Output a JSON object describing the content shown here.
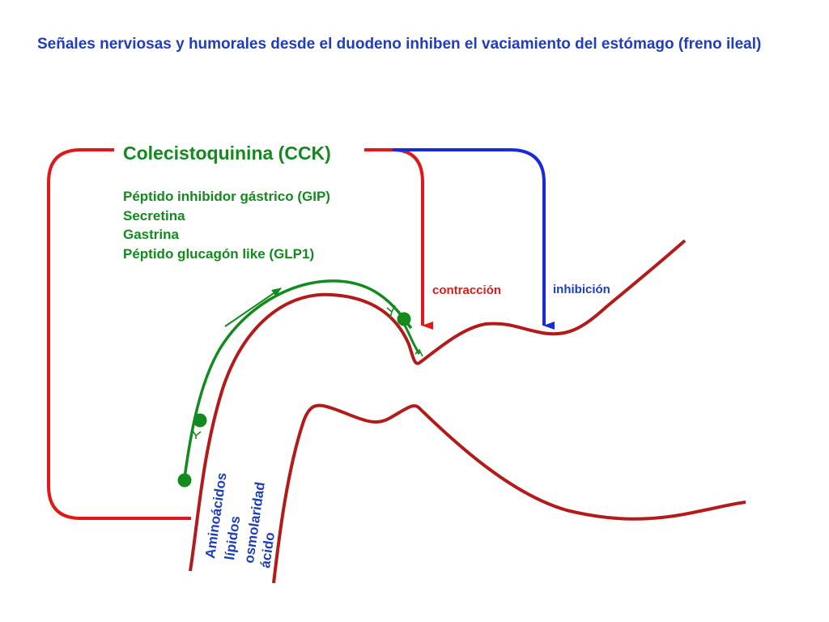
{
  "title": "Señales nerviosas y humorales desde el duodeno inhiben el vaciamiento del estómago (freno ileal)",
  "hormones": {
    "main": "Colecistoquinina (CCK)",
    "list": [
      "Péptido inhibidor gástrico (GIP)",
      "Secretina",
      "Gastrina",
      "Péptido glucagón like (GLP1)"
    ]
  },
  "effects": {
    "contraction": "contracción",
    "inhibition": "inhibición"
  },
  "stimuli": [
    "Aminoácidos",
    "lípidos",
    "osmolaridad",
    "ácido"
  ],
  "colors": {
    "title": "#1f3fb8",
    "hormone": "#138a1d",
    "contraction": "#d71c1c",
    "inhibition": "#1f3fb8",
    "tract_wall": "#b31b1b",
    "nerve": "#138a1d"
  }
}
